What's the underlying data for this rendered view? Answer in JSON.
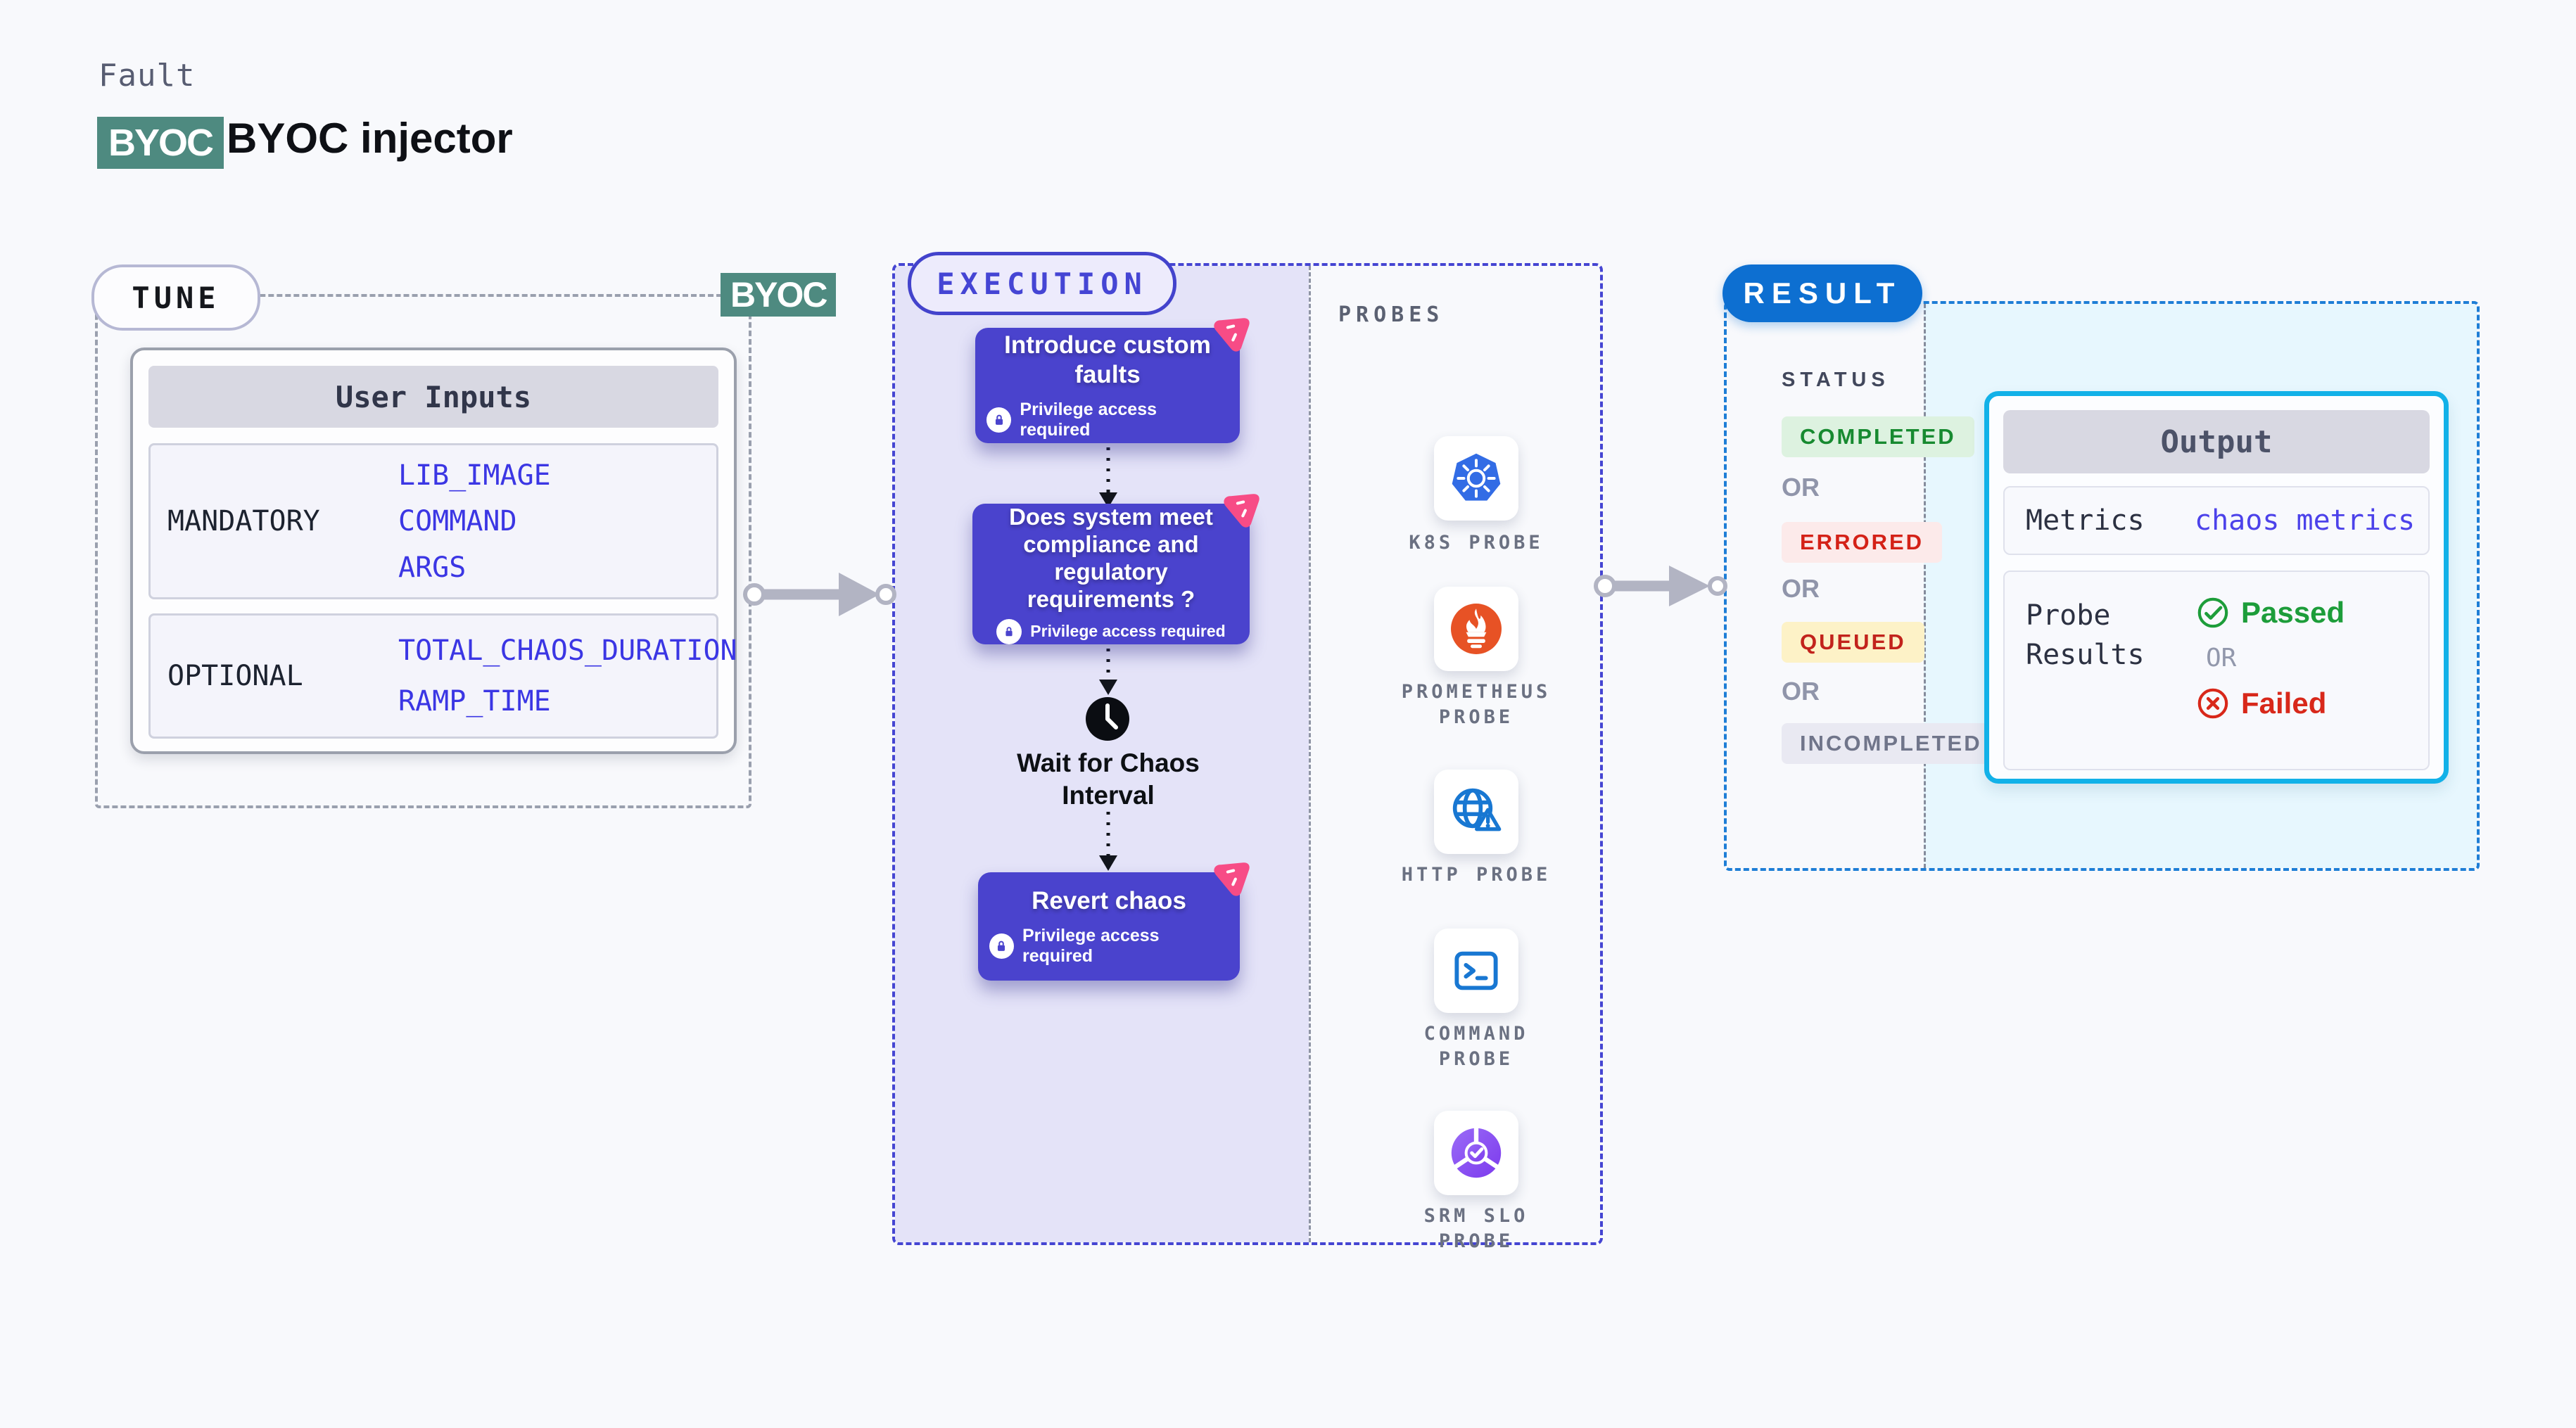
{
  "header": {
    "kicker": "Fault",
    "badge": "BYOC",
    "title": "BYOC injector"
  },
  "tune": {
    "pill": "TUNE",
    "corner_badge": "BYOC",
    "table": {
      "header": "User Inputs",
      "rows": [
        {
          "label": "MANDATORY",
          "values": [
            "LIB_IMAGE",
            "COMMAND",
            "ARGS"
          ]
        },
        {
          "label": "OPTIONAL",
          "values": [
            "TOTAL_CHAOS_DURATION",
            "RAMP_TIME"
          ]
        }
      ]
    }
  },
  "execution": {
    "pill": "EXECUTION",
    "nodes": [
      {
        "title": "Introduce custom faults",
        "badge": "Privilege access required",
        "icon": "chaos-flag-icon"
      },
      {
        "title": "Does system meet compliance and regulatory requirements ?",
        "badge": "Privilege access required",
        "icon": "chaos-flag-icon"
      },
      {
        "title": "Revert chaos",
        "badge": "Privilege access required",
        "icon": "chaos-flag-icon"
      }
    ],
    "wait_label": "Wait for Chaos Interval",
    "wait_icon": "clock-icon"
  },
  "probes": {
    "label": "PROBES",
    "items": [
      {
        "label": "K8S PROBE",
        "icon": "kubernetes-icon"
      },
      {
        "label": "PROMETHEUS PROBE",
        "icon": "prometheus-icon"
      },
      {
        "label": "HTTP PROBE",
        "icon": "globe-alert-icon"
      },
      {
        "label": "COMMAND PROBE",
        "icon": "terminal-icon"
      },
      {
        "label": "SRM SLO PROBE",
        "icon": "slo-check-icon"
      }
    ]
  },
  "result": {
    "pill": "RESULT",
    "status_label": "STATUS",
    "separator": "OR",
    "statuses": [
      {
        "label": "COMPLETED",
        "type": "success"
      },
      {
        "label": "ERRORED",
        "type": "error"
      },
      {
        "label": "QUEUED",
        "type": "warning"
      },
      {
        "label": "INCOMPLETED",
        "type": "neutral"
      }
    ],
    "output": {
      "header": "Output",
      "metrics_label": "Metrics",
      "metrics_value": "chaos metrics",
      "probe_results_label": "Probe Results",
      "passed": "Passed",
      "or": "OR",
      "failed": "Failed"
    }
  },
  "colors": {
    "page_bg": "#f8f9fc",
    "teal_badge": "#4e8a80",
    "node_indigo": "#4a43cd",
    "execution_fill": "#e4e3f8",
    "execution_border": "#4545d2",
    "result_blue": "#0d6fd1",
    "result_border": "#1e7ed6",
    "output_cyan_border": "#12b1e8",
    "output_area_fill": "#e7f7fe",
    "success_green": "#178a30",
    "error_red": "#d42117",
    "queued_yellow_bg": "#fdf2c7",
    "value_blue": "#3b36e4",
    "pink_flag": "#f74c86",
    "k8s_blue": "#326ce5",
    "prometheus_orange": "#e75225",
    "http_blue": "#1877d2",
    "srm_purple": "#7c3aed"
  }
}
